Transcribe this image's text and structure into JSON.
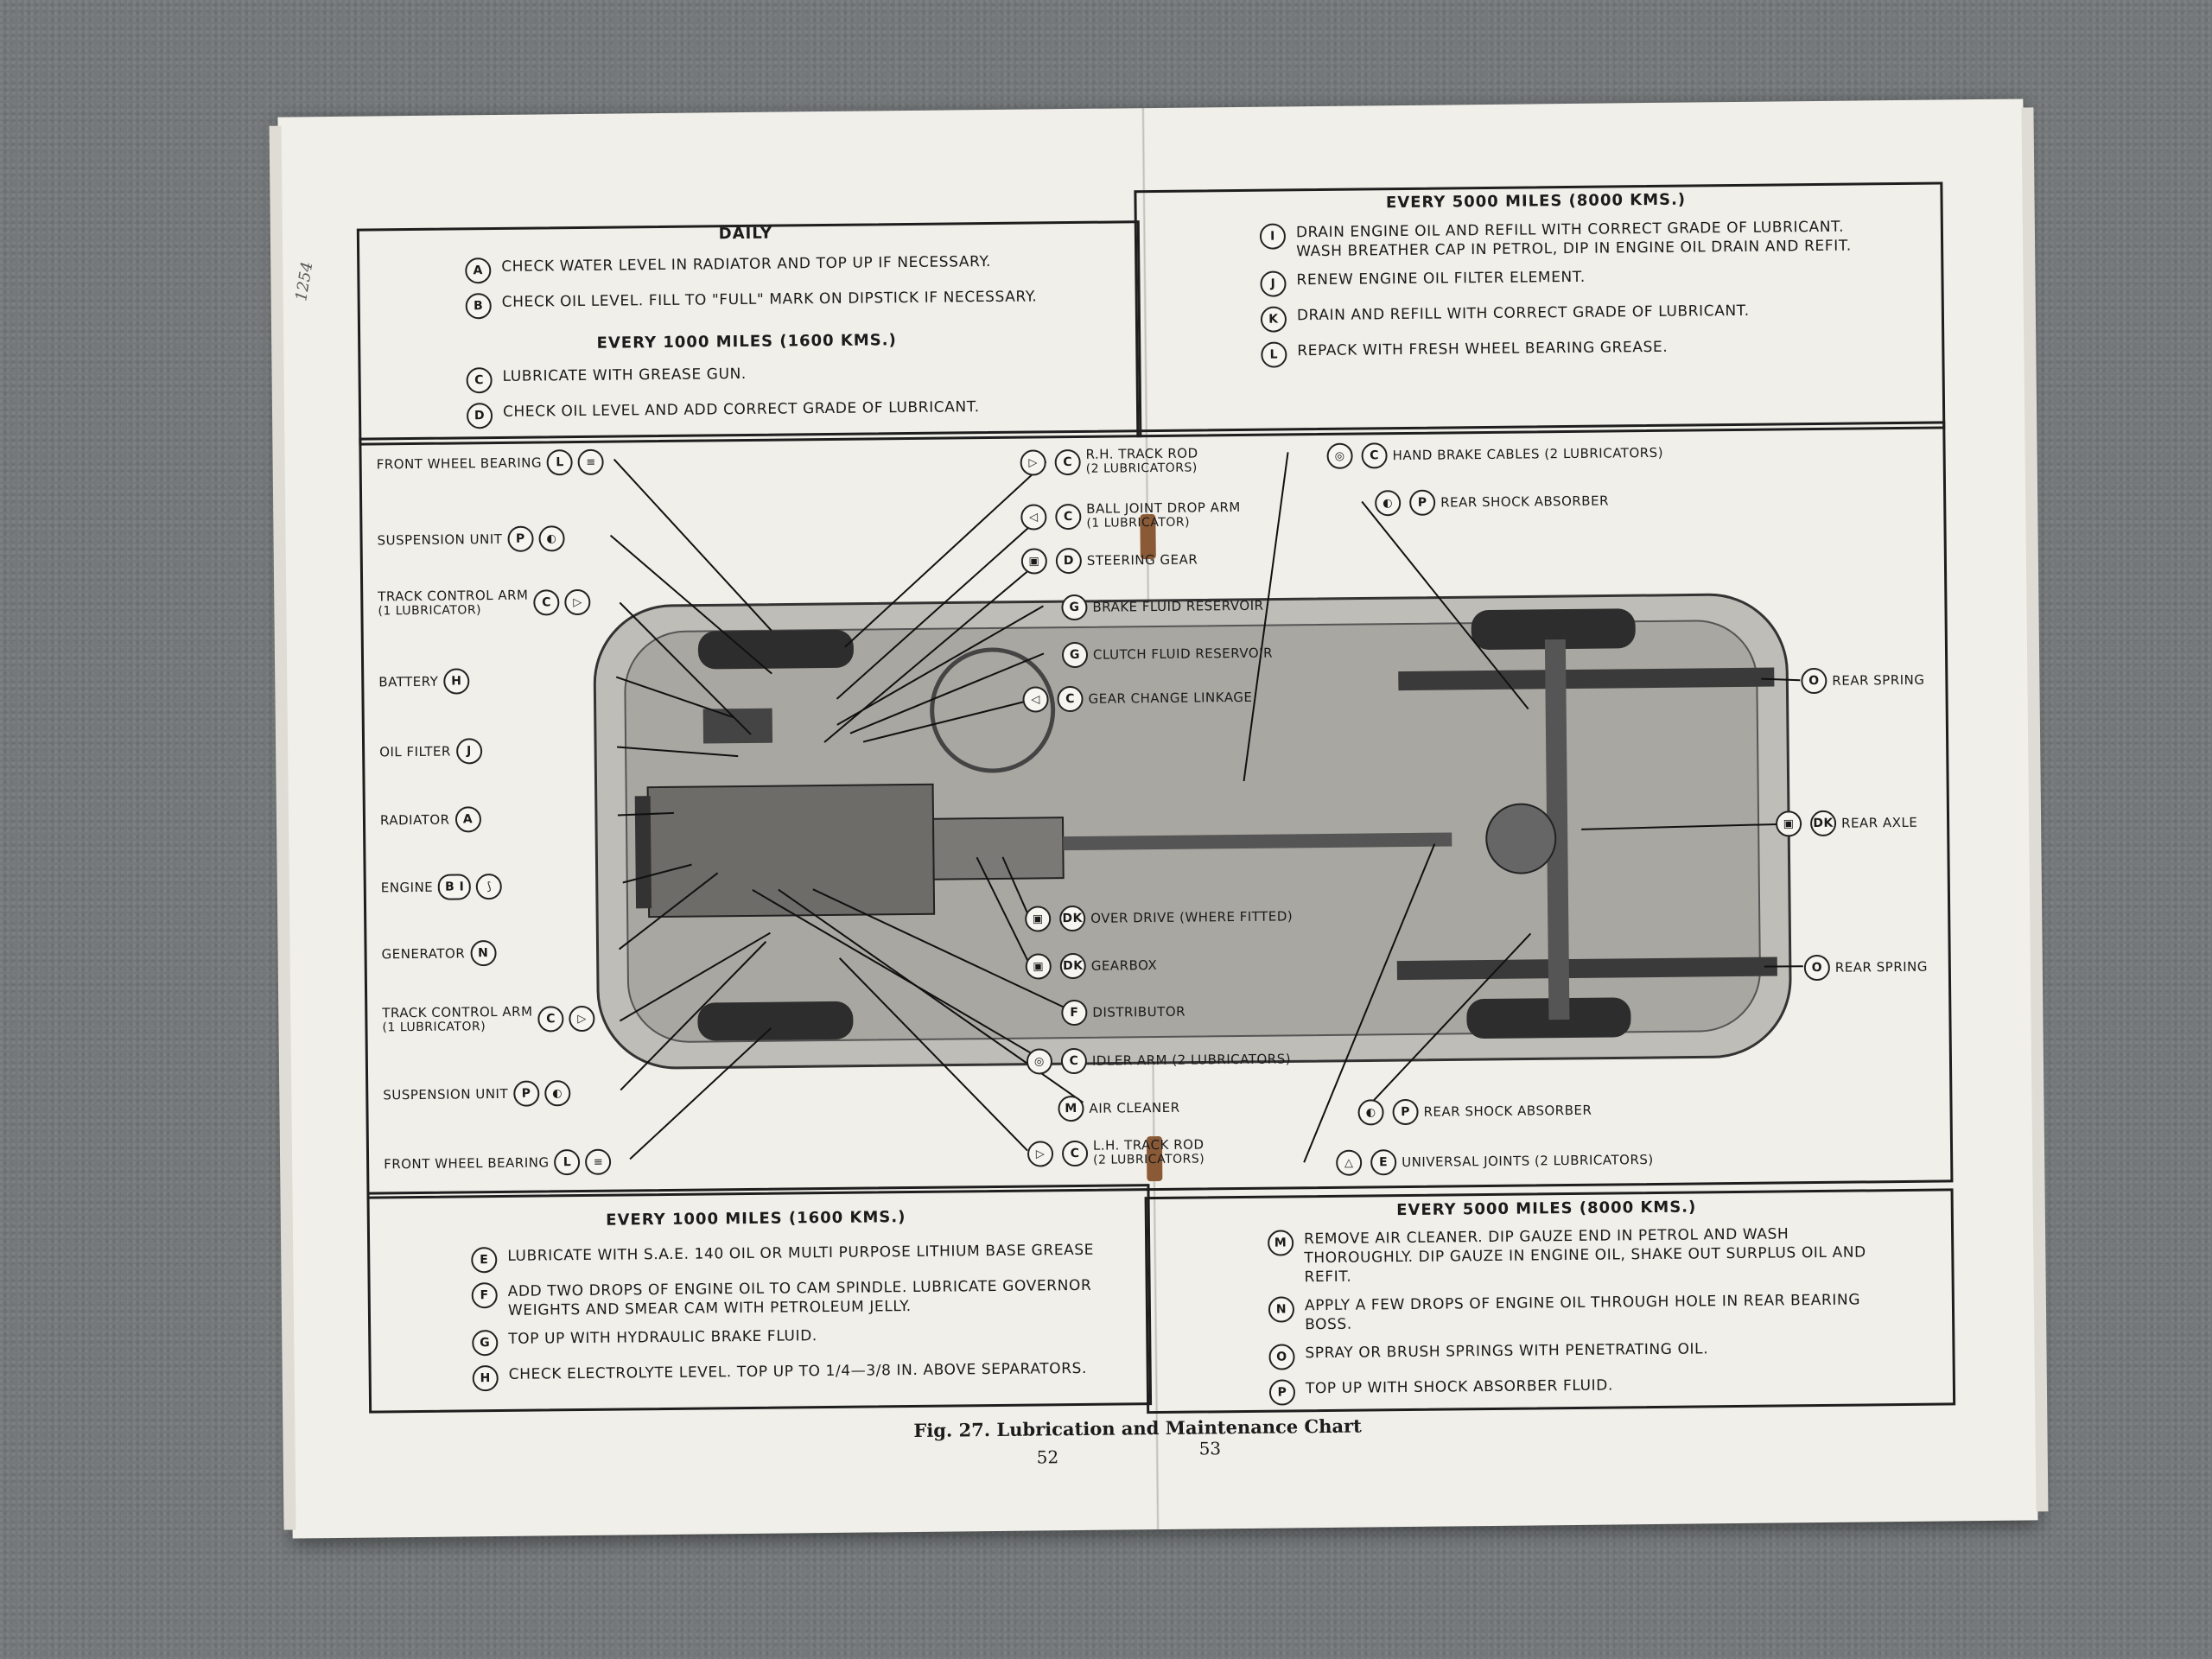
{
  "margin_note": "1254",
  "top_left": {
    "daily_heading": "DAILY",
    "daily_items": [
      {
        "code": "A",
        "text": "CHECK WATER LEVEL IN RADIATOR AND TOP UP IF NECESSARY."
      },
      {
        "code": "B",
        "text": "CHECK OIL LEVEL. FILL TO \"FULL\" MARK ON DIPSTICK IF NECESSARY."
      }
    ],
    "miles_heading": "EVERY 1000 MILES (1600 KMS.)",
    "miles_items": [
      {
        "code": "C",
        "text": "LUBRICATE WITH GREASE GUN."
      },
      {
        "code": "D",
        "text": "CHECK OIL LEVEL AND ADD CORRECT GRADE OF LUBRICANT."
      }
    ]
  },
  "top_right": {
    "heading": "EVERY 5000 MILES (8000 KMS.)",
    "items": [
      {
        "code": "I",
        "text": "DRAIN ENGINE OIL AND REFILL WITH CORRECT GRADE OF LUBRICANT.  WASH BREATHER CAP IN PETROL, DIP IN ENGINE OIL DRAIN AND REFIT."
      },
      {
        "code": "J",
        "text": "RENEW ENGINE OIL FILTER ELEMENT."
      },
      {
        "code": "K",
        "text": "DRAIN AND REFILL WITH CORRECT GRADE OF LUBRICANT."
      },
      {
        "code": "L",
        "text": "REPACK WITH FRESH WHEEL BEARING GREASE."
      }
    ]
  },
  "bottom_left": {
    "heading": "EVERY 1000 MILES (1600 KMS.)",
    "items": [
      {
        "code": "E",
        "text": "LUBRICATE WITH S.A.E. 140 OIL OR MULTI PURPOSE LITHIUM BASE GREASE"
      },
      {
        "code": "F",
        "text": "ADD TWO DROPS OF ENGINE OIL TO CAM SPINDLE.  LUBRICATE GOVERNOR WEIGHTS AND SMEAR CAM WITH PETROLEUM JELLY."
      },
      {
        "code": "G",
        "text": "TOP UP WITH HYDRAULIC BRAKE FLUID."
      },
      {
        "code": "H",
        "text": "CHECK ELECTROLYTE LEVEL.  TOP UP TO 1/4—3/8 in. ABOVE SEPARATORS."
      }
    ]
  },
  "bottom_right": {
    "heading": "EVERY 5000 MILES (8000 KMS.)",
    "items": [
      {
        "code": "M",
        "text": "REMOVE AIR CLEANER.  DIP GAUZE END IN PETROL AND WASH THOROUGHLY.  DIP GAUZE IN ENGINE OIL, SHAKE OUT SURPLUS OIL AND REFIT."
      },
      {
        "code": "N",
        "text": "APPLY A FEW DROPS OF ENGINE OIL THROUGH HOLE IN REAR BEARING BOSS."
      },
      {
        "code": "O",
        "text": "SPRAY OR BRUSH SPRINGS WITH PENETRATING OIL."
      },
      {
        "code": "P",
        "text": "TOP UP WITH SHOCK ABSORBER FLUID."
      }
    ]
  },
  "diagram": {
    "left_labels": [
      {
        "text": "FRONT WHEEL BEARING",
        "codes": "L",
        "sub": ""
      },
      {
        "text": "SUSPENSION UNIT",
        "codes": "P",
        "sub": ""
      },
      {
        "text": "TRACK CONTROL ARM",
        "codes": "C",
        "sub": "(1 LUBRICATOR)"
      },
      {
        "text": "BATTERY",
        "codes": "H",
        "sub": ""
      },
      {
        "text": "OIL FILTER",
        "codes": "J",
        "sub": ""
      },
      {
        "text": "RADIATOR",
        "codes": "A",
        "sub": ""
      },
      {
        "text": "ENGINE",
        "codes": "B I",
        "sub": ""
      },
      {
        "text": "GENERATOR",
        "codes": "N",
        "sub": ""
      },
      {
        "text": "TRACK CONTROL ARM",
        "codes": "C",
        "sub": "(1 LUBRICATOR)"
      },
      {
        "text": "SUSPENSION UNIT",
        "codes": "P",
        "sub": ""
      },
      {
        "text": "FRONT WHEEL BEARING",
        "codes": "L",
        "sub": ""
      }
    ],
    "center_labels": [
      {
        "text": "R.H. TRACK ROD",
        "codes": "C",
        "sub": "(2 LUBRICATORS)"
      },
      {
        "text": "BALL JOINT DROP ARM",
        "codes": "C",
        "sub": "(1 LUBRICATOR)"
      },
      {
        "text": "STEERING GEAR",
        "codes": "D",
        "sub": ""
      },
      {
        "text": "BRAKE FLUID RESERVOIR",
        "codes": "G",
        "sub": ""
      },
      {
        "text": "CLUTCH FLUID RESERVOIR",
        "codes": "G",
        "sub": ""
      },
      {
        "text": "GEAR CHANGE LINKAGE",
        "codes": "C",
        "sub": ""
      },
      {
        "text": "OVER DRIVE (WHERE FITTED)",
        "codes": "DK",
        "sub": ""
      },
      {
        "text": "GEARBOX",
        "codes": "DK",
        "sub": ""
      },
      {
        "text": "DISTRIBUTOR",
        "codes": "F",
        "sub": ""
      },
      {
        "text": "IDLER ARM (2 LUBRICATORS)",
        "codes": "C",
        "sub": ""
      },
      {
        "text": "AIR CLEANER",
        "codes": "M",
        "sub": ""
      },
      {
        "text": "L.H. TRACK ROD",
        "codes": "C",
        "sub": "(2 LUBRICATORS)"
      }
    ],
    "right_labels": [
      {
        "text": "HAND BRAKE CABLES (2 LUBRICATORS)",
        "codes": "C",
        "sub": ""
      },
      {
        "text": "REAR SHOCK ABSORBER",
        "codes": "P",
        "sub": ""
      },
      {
        "text": "REAR SPRING",
        "codes": "O",
        "sub": ""
      },
      {
        "text": "REAR AXLE",
        "codes": "DK",
        "sub": ""
      },
      {
        "text": "REAR SPRING",
        "codes": "O",
        "sub": ""
      },
      {
        "text": "REAR SHOCK ABSORBER",
        "codes": "P",
        "sub": ""
      },
      {
        "text": "UNIVERSAL JOINTS (2 LUBRICATORS)",
        "codes": "E",
        "sub": ""
      }
    ]
  },
  "caption": "Fig. 27.  Lubrication and Maintenance Chart",
  "page_left": "52",
  "page_right": "53"
}
